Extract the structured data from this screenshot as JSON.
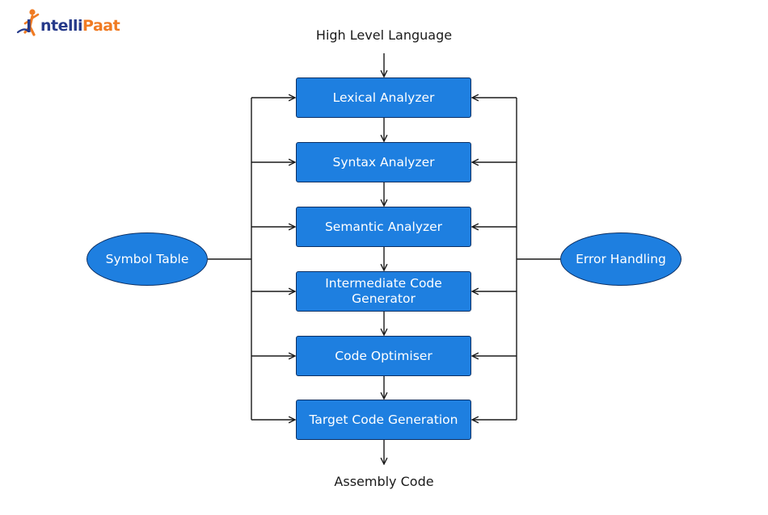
{
  "brand": {
    "logo_text_prefix": "",
    "logo_text_main": "ntelli",
    "logo_text_accent": "Paat"
  },
  "diagram": {
    "input_label": "High Level Language",
    "output_label": "Assembly Code",
    "stages": [
      "Lexical Analyzer",
      "Syntax Analyzer",
      "Semantic Analyzer",
      "Intermediate Code Generator",
      "Code Optimiser",
      "Target Code Generation"
    ],
    "left_node": "Symbol Table",
    "right_node": "Error Handling"
  },
  "colors": {
    "box_fill": "#1e7fe0",
    "box_border": "#0c2f63",
    "connector": "#1a1a1a",
    "logo_blue": "#263a8a",
    "logo_orange": "#f07b23"
  }
}
